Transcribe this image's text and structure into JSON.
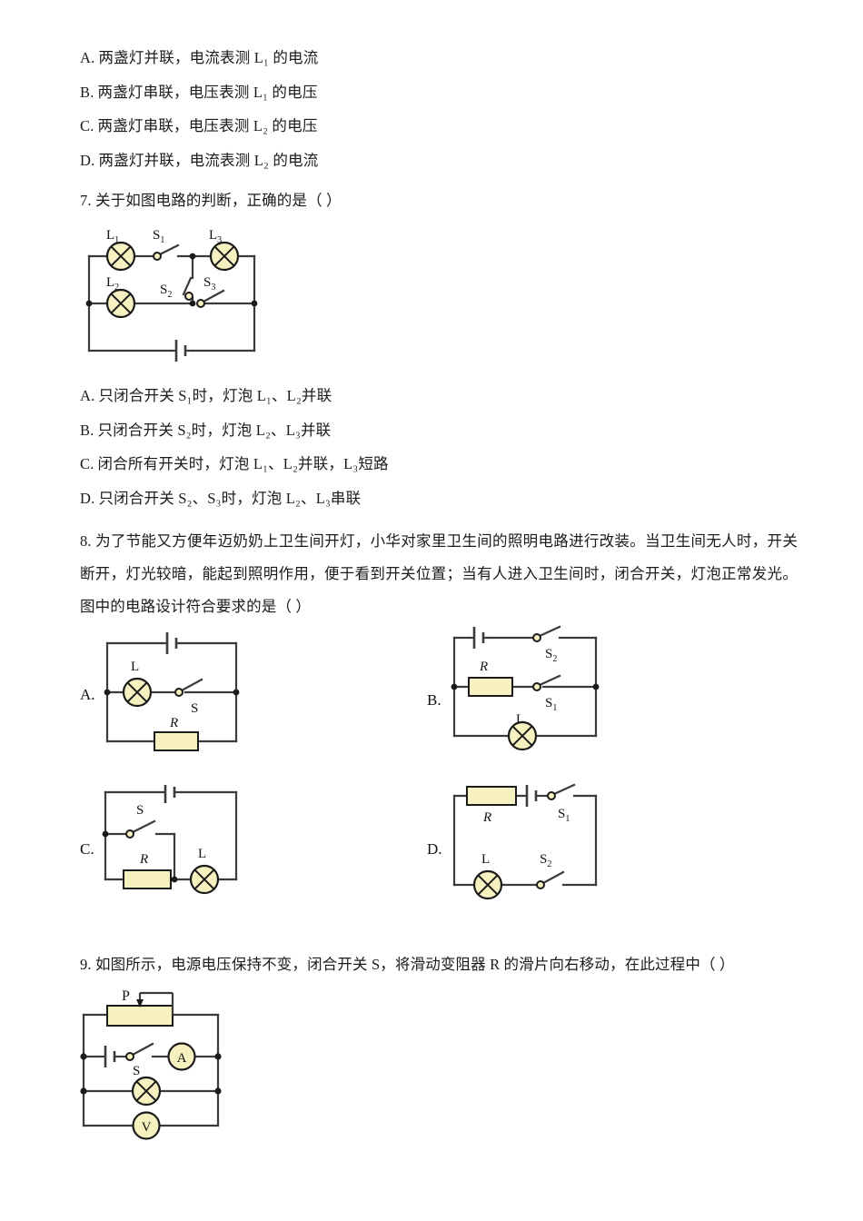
{
  "document": {
    "type": "physics-exam-page",
    "language": "zh-CN",
    "background": "#ffffff",
    "ink": "#1b1b1b",
    "component_fill": "#f7f1c0",
    "wire_color": "#3b3b3b"
  },
  "question6_options": [
    {
      "label": "A.",
      "text": "两盏灯并联，电流表测 L₁ 的电流"
    },
    {
      "label": "B.",
      "text": "两盏灯串联，电压表测 L₁ 的电压"
    },
    {
      "label": "C.",
      "text": "两盏灯串联，电压表测 L₂ 的电压"
    },
    {
      "label": "D.",
      "text": "两盏灯并联，电流表测 L₂ 的电流"
    }
  ],
  "question7": {
    "number": "7.",
    "stem": "关于如图电路的判断，正确的是（      ）",
    "figure": {
      "name": "circuit-q7",
      "lamps": [
        "L₁",
        "L₂",
        "L₃"
      ],
      "switches": [
        "S₁",
        "S₂",
        "S₃"
      ],
      "labels": {
        "lamp1": "L",
        "lamp1_sub": "1",
        "lamp2": "L",
        "lamp2_sub": "2",
        "lamp3": "L",
        "lamp3_sub": "3",
        "sw1": "S",
        "sw1_sub": "1",
        "sw2": "S",
        "sw2_sub": "2",
        "sw3": "S",
        "sw3_sub": "3"
      }
    },
    "options": [
      {
        "label": "A.",
        "text": "只闭合开关 S₁时，灯泡 L₁、L₂并联"
      },
      {
        "label": "B.",
        "text": "只闭合开关 S₂时，灯泡 L₂、L₃并联"
      },
      {
        "label": "C.",
        "text": "闭合所有开关时，灯泡 L₁、L₂并联，L₃短路"
      },
      {
        "label": "D.",
        "text": "只闭合开关 S₂、S₃时，灯泡 L₂、L₃串联"
      }
    ]
  },
  "question8": {
    "number": "8.",
    "stem": "为了节能又方便年迈奶奶上卫生间开灯，小华对家里卫生间的照明电路进行改装。当卫生间无人时，开关断开，灯光较暗，能起到照明作用，便于看到开关位置；当有人进入卫生间时，闭合开关，灯泡正常发光。图中的电路设计符合要求的是（      ）",
    "choices": [
      {
        "label": "A.",
        "name": "circuit-option-a",
        "components": {
          "lamp": "L",
          "switch": "S",
          "resistor": "R"
        },
        "description": "电源在上支路，灯L与开关S在中间支路，电阻R在下支路"
      },
      {
        "label": "B.",
        "name": "circuit-option-b",
        "components": {
          "lamp": "L",
          "switch1": "S",
          "switch1_sub": "1",
          "switch2": "S",
          "switch2_sub": "2",
          "resistor": "R"
        },
        "description": "电源与S₂在上支路，R与S₁在中间支路，灯L在下支路"
      },
      {
        "label": "C.",
        "name": "circuit-option-c",
        "components": {
          "lamp": "L",
          "switch": "S",
          "resistor": "R"
        },
        "description": "电源在上，开关S与电阻R并联，灯L串联在右下"
      },
      {
        "label": "D.",
        "name": "circuit-option-d",
        "components": {
          "lamp": "L",
          "switch1": "S",
          "switch1_sub": "1",
          "switch2": "S",
          "switch2_sub": "2",
          "resistor": "R"
        },
        "description": "R、电源、S₁在上支路，灯L与S₂在下支路"
      }
    ]
  },
  "question9": {
    "number": "9.",
    "stem": "如图所示，电源电压保持不变，闭合开关 S，将滑动变阻器 R 的滑片向右移动，在此过程中（      ）",
    "figure": {
      "name": "circuit-q9",
      "labels": {
        "slider": "P",
        "switch": "S",
        "ammeter": "A",
        "voltmeter": "V"
      },
      "description": "滑动变阻器P在上支路；电源、开关S与电流表A在第二支路；灯泡在第三支路；电压表V在底部支路"
    }
  }
}
